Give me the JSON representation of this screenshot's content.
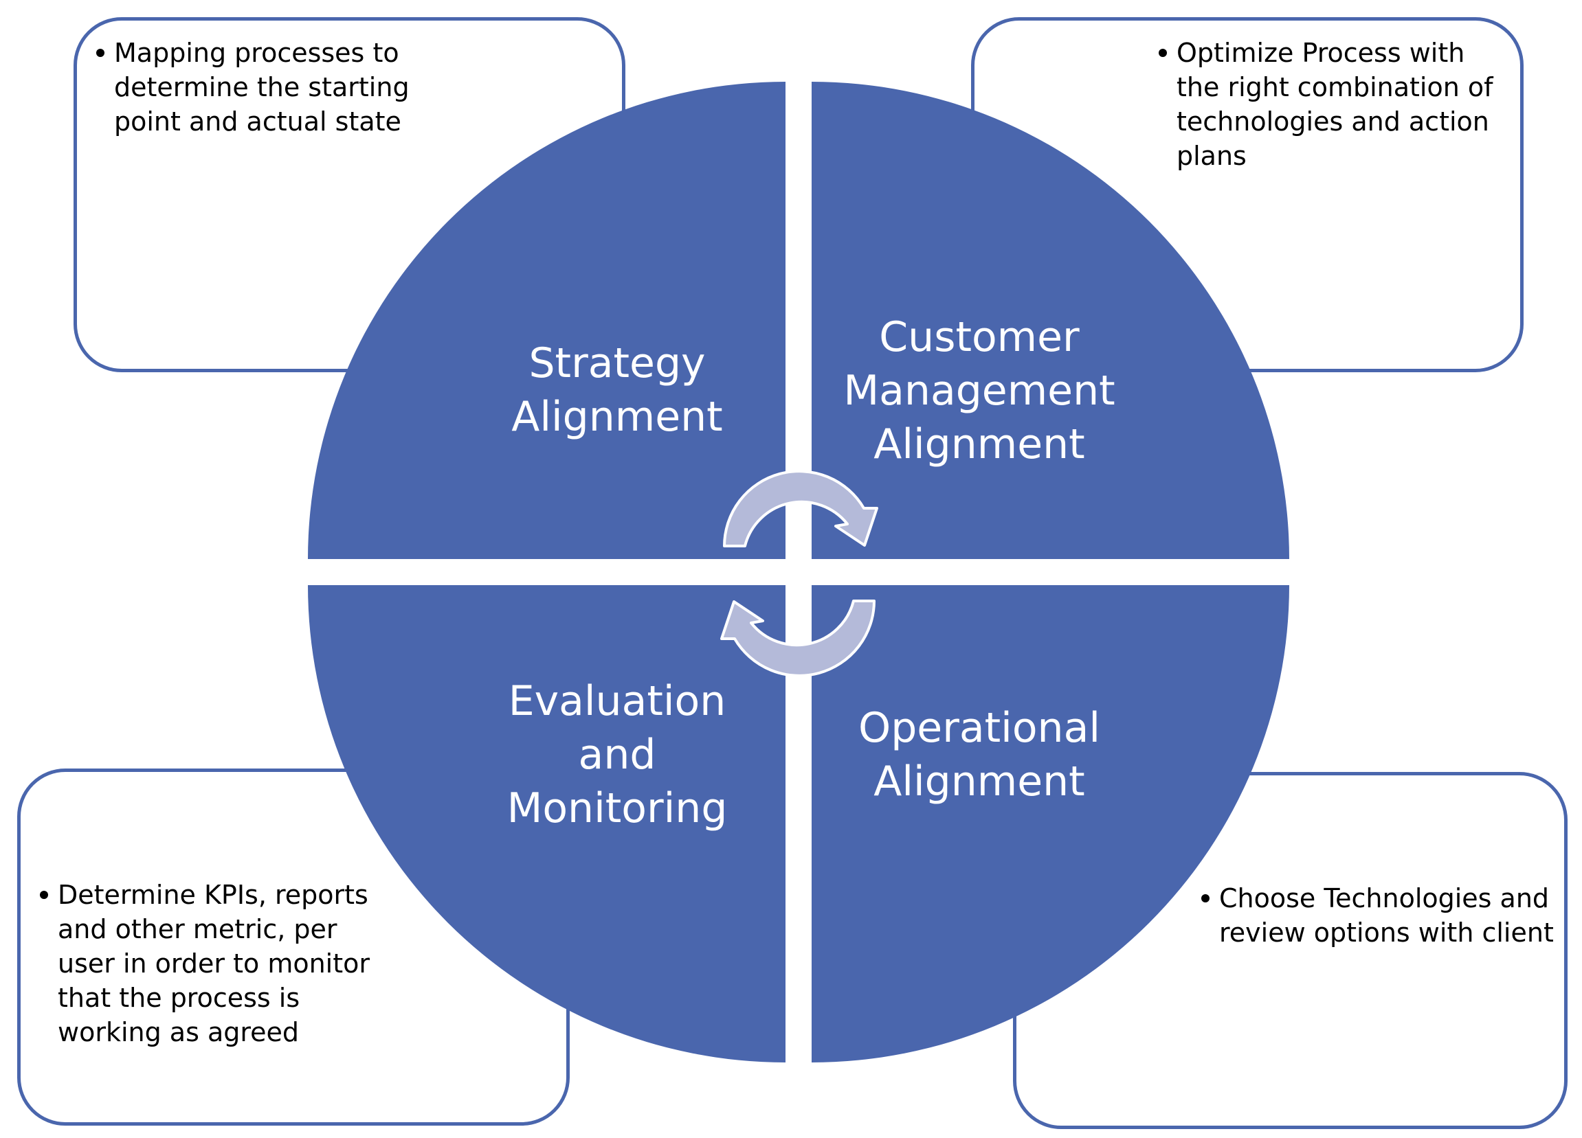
{
  "quadrants": {
    "strategy": {
      "label": "Strategy\nAlignment"
    },
    "customer": {
      "label": "Customer\nManagement\nAlignment"
    },
    "evaluation": {
      "label": "Evaluation\nand\nMonitoring"
    },
    "operational": {
      "label": "Operational\nAlignment"
    }
  },
  "notes": {
    "top_left": {
      "bullet": "Mapping processes to determine the starting point and actual state"
    },
    "top_right": {
      "bullet": "Optimize Process with the right combination of technologies and action plans"
    },
    "bottom_left": {
      "bullet": "Determine KPIs, reports and other metric, per user in order to monitor that the process is working as agreed"
    },
    "bottom_right": {
      "bullet": "Choose Technologies and review options with client"
    }
  },
  "colors": {
    "quadrant_fill": "#4a66ad",
    "box_border": "#4a66ad",
    "arrow_fill": "#b4bad9",
    "arrow_stroke": "#ffffff",
    "label_text": "#ffffff",
    "note_text": "#000000"
  },
  "icons": {
    "cycle_arrow_top": "clockwise-arc-arrow",
    "cycle_arrow_bottom": "clockwise-arc-arrow"
  }
}
